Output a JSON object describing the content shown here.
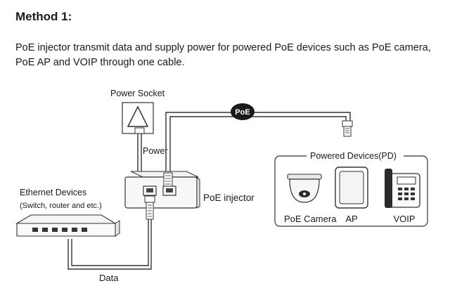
{
  "heading": "Method 1:",
  "description": "PoE injector transmit data and supply power for powered PoE devices such as PoE camera, PoE AP and VOIP through one cable.",
  "diagram": {
    "power_socket_label": "Power Socket",
    "power_label": "Power",
    "poe_badge": "PoE",
    "poe_injector_label": "PoE injector",
    "ethernet_devices_label": "Ethernet Devices",
    "ethernet_devices_sub": "(Switch, router and etc.)",
    "data_label": "Data",
    "powered_devices_title": "Powered Devices(PD)",
    "devices": [
      {
        "label": "PoE Camera",
        "icon": "dome-camera-icon"
      },
      {
        "label": "AP",
        "icon": "access-point-icon"
      },
      {
        "label": "VOIP",
        "icon": "voip-phone-icon"
      }
    ]
  }
}
